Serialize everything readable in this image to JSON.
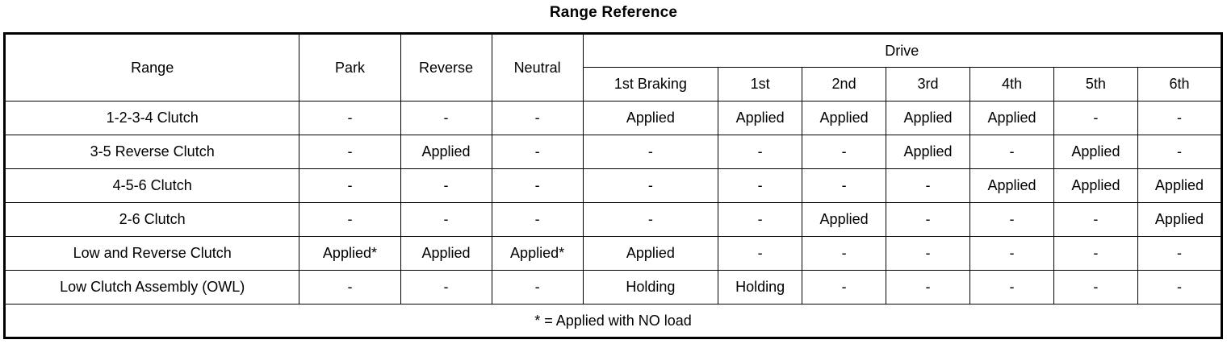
{
  "title": "Range Reference",
  "table": {
    "row_header_label": "Range",
    "simple_columns": [
      "Park",
      "Reverse",
      "Neutral"
    ],
    "group_header": "Drive",
    "drive_columns": [
      "1st Braking",
      "1st",
      "2nd",
      "3rd",
      "4th",
      "5th",
      "6th"
    ],
    "rows": [
      {
        "label": "1-2-3-4 Clutch",
        "park": "-",
        "reverse": "-",
        "neutral": "-",
        "drive": [
          "Applied",
          "Applied",
          "Applied",
          "Applied",
          "Applied",
          "-",
          "-"
        ]
      },
      {
        "label": "3-5 Reverse Clutch",
        "park": "-",
        "reverse": "Applied",
        "neutral": "-",
        "drive": [
          "-",
          "-",
          "-",
          "Applied",
          "-",
          "Applied",
          "-"
        ]
      },
      {
        "label": "4-5-6 Clutch",
        "park": "-",
        "reverse": "-",
        "neutral": "-",
        "drive": [
          "-",
          "-",
          "-",
          "-",
          "Applied",
          "Applied",
          "Applied"
        ]
      },
      {
        "label": "2-6 Clutch",
        "park": "-",
        "reverse": "-",
        "neutral": "-",
        "drive": [
          "-",
          "-",
          "Applied",
          "-",
          "-",
          "-",
          "Applied"
        ]
      },
      {
        "label": "Low and Reverse Clutch",
        "park": "Applied*",
        "reverse": "Applied",
        "neutral": "Applied*",
        "drive": [
          "Applied",
          "-",
          "-",
          "-",
          "-",
          "-",
          "-"
        ]
      },
      {
        "label": "Low Clutch Assembly (OWL)",
        "park": "-",
        "reverse": "-",
        "neutral": "-",
        "drive": [
          "Holding",
          "Holding",
          "-",
          "-",
          "-",
          "-",
          "-"
        ]
      }
    ],
    "footnote": "* = Applied with NO load"
  },
  "colors": {
    "border": "#000000",
    "text": "#000000",
    "background": "#ffffff"
  }
}
